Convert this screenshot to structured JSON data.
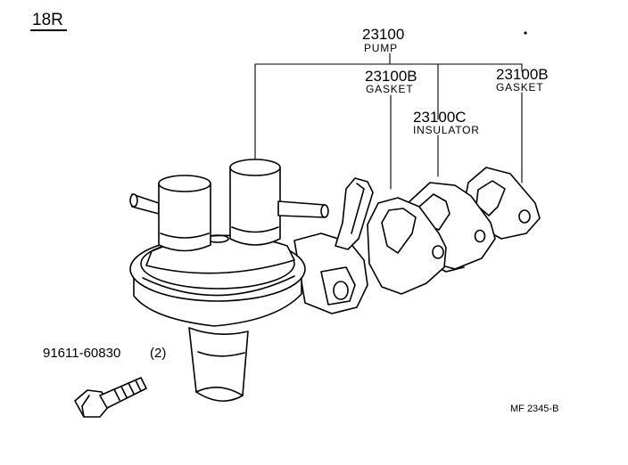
{
  "engine_code": "18R",
  "parts": {
    "pump": {
      "number": "23100",
      "name": "PUMP"
    },
    "gasket_inner": {
      "number": "23100B",
      "name": "GASKET"
    },
    "insulator": {
      "number": "23100C",
      "name": "INSULATOR"
    },
    "gasket_outer": {
      "number": "23100B",
      "name": "GASKET"
    },
    "bolt": {
      "number": "91611-60830",
      "qty": "(2)"
    }
  },
  "drawing_code": "MF 2345-B"
}
